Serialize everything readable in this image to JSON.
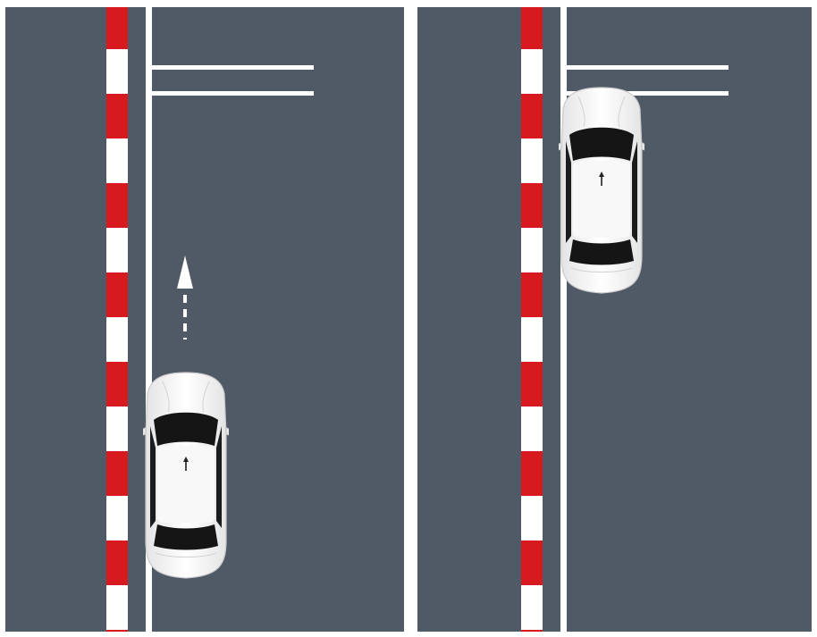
{
  "scene": {
    "type": "parking-diagram",
    "panels": [
      {
        "id": "before",
        "car_heading": "up",
        "car_position": "approaching-stop-line",
        "shows_direction_arrow": true
      },
      {
        "id": "after",
        "car_heading": "up",
        "car_position": "stopped-at-stop-line",
        "shows_direction_arrow": false
      }
    ]
  },
  "colors": {
    "road": "#505966",
    "curb_red": "#d71920",
    "curb_white": "#ffffff",
    "line_white": "#ffffff",
    "car_body": "#f4f4f4",
    "car_glass": "#151515",
    "frame": "#ffffff"
  }
}
